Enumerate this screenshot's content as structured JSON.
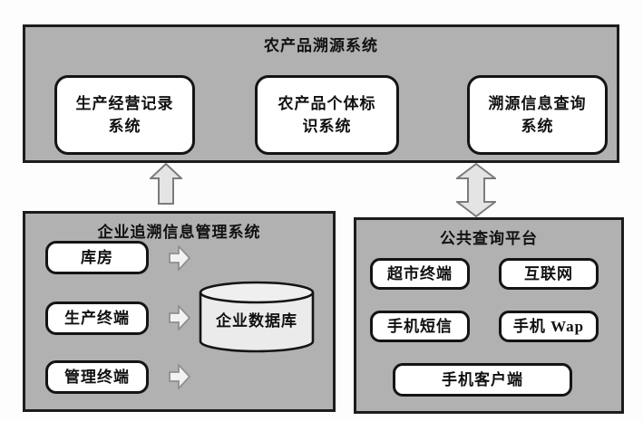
{
  "top_panel": {
    "title": "农产品溯源系统",
    "boxes": [
      {
        "line1": "生产经营记录",
        "line2": "系统"
      },
      {
        "line1": "农产品个体标",
        "line2": "识系统"
      },
      {
        "line1": "溯源信息查询",
        "line2": "系统"
      }
    ]
  },
  "left_panel": {
    "title": "企业追溯信息管理系统",
    "sources": [
      "库房",
      "生产终端",
      "管理终端"
    ],
    "database_label": "企业数据库"
  },
  "right_panel": {
    "title": "公共查询平台",
    "channels": [
      "超市终端",
      "互联网",
      "手机短信",
      "手机 Wap"
    ],
    "wide_channel": "手机客户端"
  },
  "icons": {
    "up_arrow": "up-arrow",
    "double_arrow": "double-vertical-arrow",
    "right_arrow": "right-block-arrow"
  },
  "colors": {
    "panel_fill": "#b2b1b1",
    "panel_border": "#1c1c1c",
    "box_fill": "#ffffff",
    "box_border": "#141414",
    "big_arrow_fill": "#e4e4e4",
    "big_arrow_stroke": "#7b7b7b",
    "small_arrow_fill": "#f2f2f2",
    "small_arrow_stroke": "#8f8f8f",
    "cylinder_fill": "#ebebeb",
    "text": "#111111"
  }
}
